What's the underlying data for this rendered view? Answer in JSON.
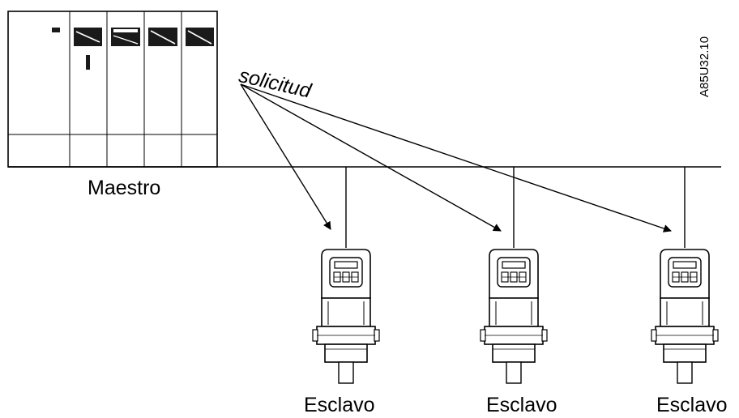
{
  "labels": {
    "master": "Maestro",
    "request": "solicitud",
    "slaves": [
      "Esclavo",
      "Esclavo",
      "Esclavo"
    ],
    "figure_code": "A85U32.10"
  },
  "colors": {
    "line": "#000000",
    "background": "#ffffff",
    "module_face": "#1a1a1a"
  }
}
